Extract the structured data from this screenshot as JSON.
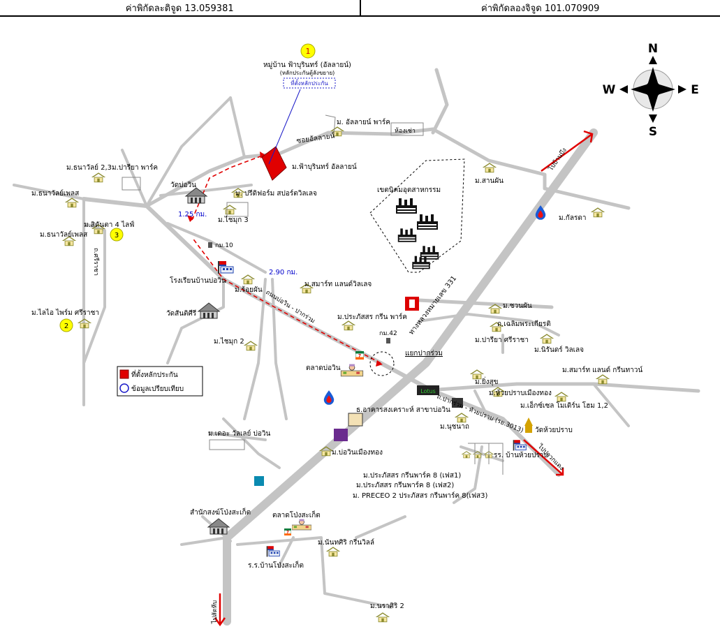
{
  "header": {
    "lat_label": "ค่าพิกัดละติจูด 13.059381",
    "lng_label": "ค่าพิกัดลองจิจูด 101.070909"
  },
  "compass": {
    "n": "N",
    "e": "E",
    "s": "S",
    "w": "W"
  },
  "subject": {
    "number": "1",
    "name": "หมู่บ้าน ฟ้าบุรินทร์ (อัลลายน์)",
    "note": "(หลักประกันตู้ลังขยาย)",
    "box": "ที่ตั้งหลักประกัน",
    "site_label": "ม.ฟ้าบุรินทร์ อัลลายน์"
  },
  "comparables": {
    "c2": "2",
    "c3": "3"
  },
  "distances": {
    "d1": "1.25 กม.",
    "d2": "2.90 กม."
  },
  "markers": {
    "km10": "กม.10",
    "km42": "กม.42"
  },
  "roads": {
    "hwy": "ทางหลวงหมายเลข 331",
    "soi_allaind": "ซอยอัลลายน์",
    "ban_kao": "ถนนบ่อวิน - ปากร่วม",
    "huai_prap": "ถ.ปากร่วม - หัวยปราบ (รย.3013)",
    "o_sriracha": "ถ.ศรีราชา",
    "to_bothong": "ไปบ้านบึง",
    "to_sattahip": "ไปสัตหีบ",
    "to_bungsamran": "ไปปลวกแดง",
    "junction": "แยกปากร่วม"
  },
  "places": {
    "room": "ห้องเช่า",
    "allaind_park": "ม. อัลลายน์ พาร์ค",
    "thanawat": "ม.ธนาวัลย์ 2,3ม.ปารียา พาร์ค",
    "wat_bowin": "วัดบ่อวิน",
    "priform": "ม. ปรีดิฟอร์ม สปอร์ตวิลเลจ",
    "thanawat_pol1": "ม.ธนาวัลย์เพลส",
    "sidanta": "ม.สิดันตา 4 ไลฟ์",
    "thanawat_pol2": "ม.ธนาวัลย์เพลส",
    "chaimuk3": "ม.ไชมุก 3",
    "school": "โรงเรียนบ้านบ่อวิน",
    "roiphan": "ม.ร้อยผัน",
    "smart": "ม.สมาร์ท แลนด์วิลเลจ",
    "wat_santisiri": "วัดสันติศีรี",
    "laiLai": "ม.ไลไอ ไพร์ม ศรีราชา",
    "chaimuk2": "ม.ไชมุก 2",
    "prakanthorn_green": "ม.ประภัสสร กรีน พาร์ค",
    "industrial": "เขตนิคมอุตสาหกรรม",
    "sanphun": "ม.สานผัน",
    "kanda": "ม.กัลรดา",
    "chuanphun": "ม.ชวนผัน",
    "chaloemphrakiat": "ถ.เฉลิมพระเกียรติ",
    "pariya": "ม.ปารียา ศรีราชา",
    "nirun": "ม.นิรันดร์ วิลเลจ",
    "smart_green": "ม.สมาร์ท แลนด์ กรีนทาวน์",
    "market_bowin": "ตลาดบ่อวิน",
    "yingsuk": "ม.ยิ่งสุข",
    "huai_prap_thong": "ม.ห้วยปราบเมืองทอง",
    "x_cell": "ม.เอ็กซ์เซล โมเดิร์น โฮม 1,2",
    "gh_bank": "ธ.อาคารสงเคราะห์ สาขาบ่อวิน",
    "wat_huai_prap": "วัดห้วยปราบ",
    "nuchanat": "ม.นุชนาถ",
    "school_huai": "รร. บ้านห้วยปราบ",
    "the_valley": "ม.เดอะ วัลเลย์ บ่อวิน",
    "bowin_muang": "ม.บ่อวินเมืองทอง",
    "prakan8_1": "ม.ประภัสสร กรีนพาร์ค 8 (เฟส1)",
    "prakan8_2": "ม.ประภัสสร กรีนพาร์ค 8 (เฟส2)",
    "preceo": "ม. PRECEO 2 ประภัสสร กรีนพาร์ค 8(เฟส3)",
    "land_office": "สำนักสงฆ์โป่งสะเก็ต",
    "pong_market": "ตลาดโป่งสะเก็ต",
    "nanthasiri": "ม.นันทศิริ กรีนวิลล์",
    "pong_school": "ร.ร.บ้านโป่งสะเก็ต",
    "narasiri": "ม.นราศิริ 2",
    "lotus": "Lotus"
  },
  "legend": {
    "site": "ที่ตั้งหลักประกัน",
    "compare": "ข้อมูลเปรียบเทียบ"
  },
  "colors": {
    "road": "#c4c4c4",
    "house": "#8a8a2e",
    "roof": "#8b8b20",
    "arrow": "#e00000",
    "subject": "#e00000",
    "dist": "#0000cc"
  }
}
